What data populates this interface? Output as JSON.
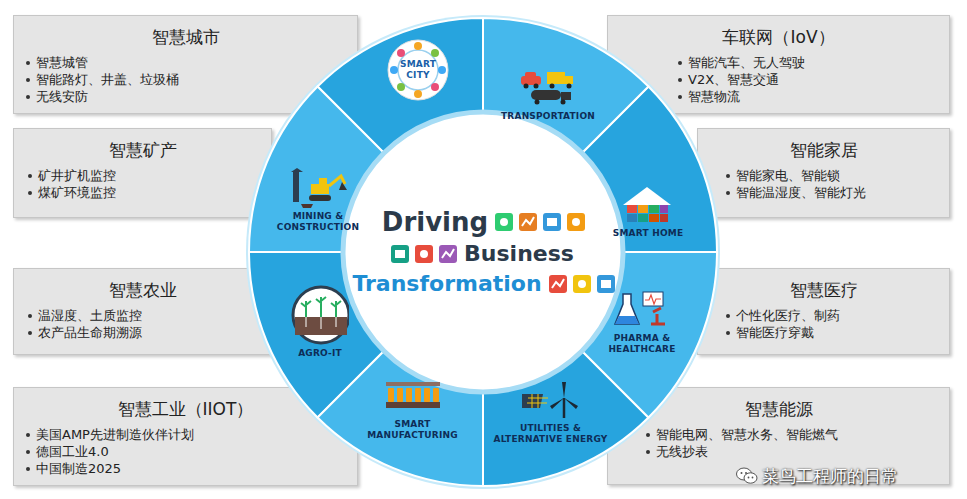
{
  "diagram": {
    "nodes": [
      {
        "text": [
          "智慧城市",
          "智慧城管",
          "智能路灯、井盖、垃圾桶",
          "无线安防"
        ]
      },
      {
        "text": [
          "车联网（IoV）",
          "智能汽车、无人驾驶",
          "V2X、智慧交通",
          "智慧物流"
        ]
      },
      {
        "text": [
          "智慧矿产",
          "矿井扩机监控",
          "煤矿环境监控"
        ]
      },
      {
        "text": [
          "智能家居",
          "智能家电、智能锁",
          "智能温湿度、智能灯光"
        ]
      },
      {
        "text": [
          "智慧农业",
          "温湿度、土质监控",
          "农产品生命期溯源"
        ]
      },
      {
        "text": [
          "智慧医疗",
          "个性化医疗、制药",
          "智能医疗穿戴"
        ]
      },
      {
        "text": [
          "智慧工业（IIOT）",
          "美国AMP先进制造伙伴计划",
          "德国工业4.0",
          "中国制造2025"
        ]
      },
      {
        "text": [
          "智慧能源",
          "智能电网、智慧水务、智能燃气",
          "无线抄表"
        ]
      },
      {
        "text": [
          "SMART CITY"
        ]
      },
      {
        "text": [
          "TRANSPORTATION"
        ]
      },
      {
        "text": [
          "SMART HOME"
        ]
      },
      {
        "text": [
          "PHARMA & HEALTHCARE"
        ]
      },
      {
        "text": [
          "UTILITIES & ALTERNATIVE ENERGY"
        ]
      },
      {
        "text": [
          "SMART MANUFACTURING"
        ]
      },
      {
        "text": [
          "AGRO-IT"
        ]
      },
      {
        "text": [
          "MINING & CONSTRUCTION"
        ]
      },
      {
        "text": [
          "Driving",
          "Business",
          "Transformation"
        ]
      }
    ],
    "edges": [],
    "labels": [
      "菜鸟工程师的日常"
    ]
  }
}
